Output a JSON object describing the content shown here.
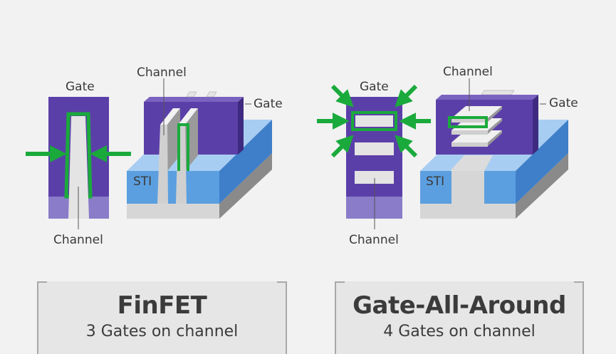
{
  "finfet": {
    "cross_section": {
      "gate_label": "Gate",
      "channel_label": "Channel"
    },
    "perspective": {
      "channel_label": "Channel",
      "gate_label": "Gate",
      "sti_label": "STI"
    },
    "card": {
      "title": "FinFET",
      "subtitle": "3 Gates on channel"
    }
  },
  "gaa": {
    "cross_section": {
      "gate_label": "Gate",
      "channel_label": "Channel"
    },
    "perspective": {
      "channel_label": "Channel",
      "gate_label": "Gate",
      "sti_label": "STI"
    },
    "card": {
      "title": "Gate-All-Around",
      "subtitle": "4 Gates on channel"
    }
  },
  "colors": {
    "background": "#f2f2f2",
    "gate": "#5b3fa8",
    "gate_dark": "#3e2a80",
    "gate_light": "#8a7cc9",
    "channel": "#e4e4e4",
    "arrow": "#1aaa3c",
    "sti_front": "#5b9fe0",
    "sti_top": "#a8cdf2",
    "sti_side": "#3f7fc9",
    "substrate": "#d6d6d6",
    "substrate_side": "#8a8a8a"
  }
}
